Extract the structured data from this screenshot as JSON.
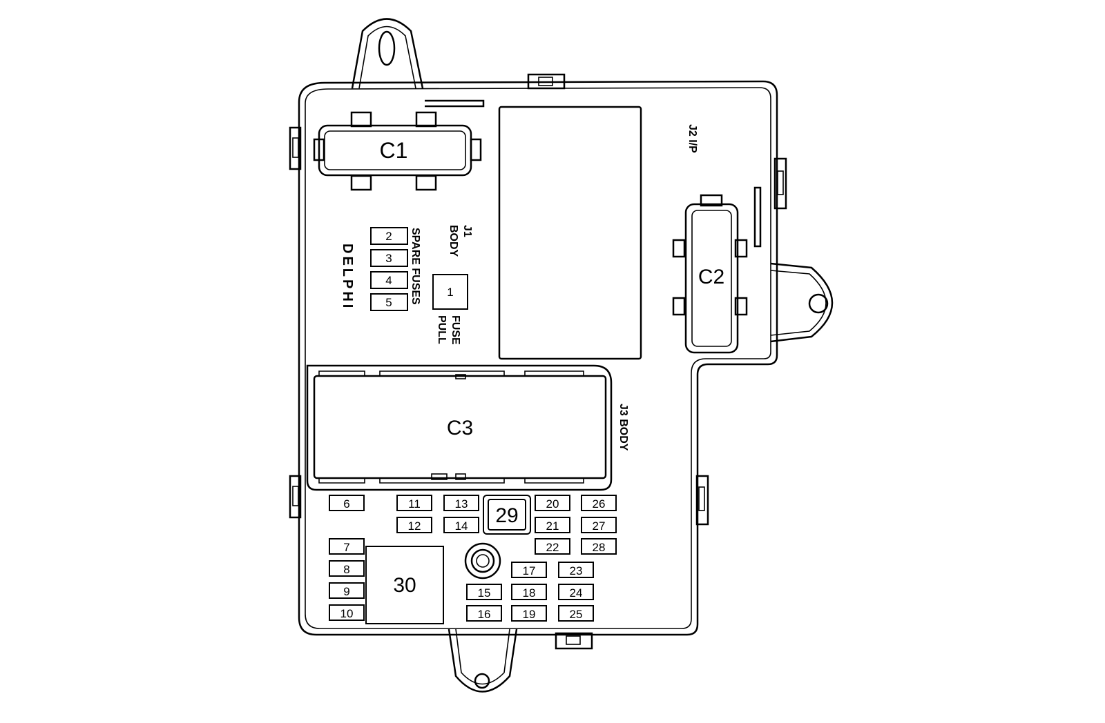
{
  "connectors": {
    "c1": "C1",
    "c2": "C2",
    "c3": "C3"
  },
  "labels": {
    "j1_line1": "J1",
    "j1_line2": "BODY",
    "j2": "J2  I/P",
    "j3": "J3  BODY",
    "spare_fuses": "SPARE FUSES",
    "fuse_pull_line1": "FUSE",
    "fuse_pull_line2": "PULL",
    "brand": "DELPHI"
  },
  "fuses": {
    "f1": "1",
    "f2": "2",
    "f3": "3",
    "f4": "4",
    "f5": "5",
    "f6": "6",
    "f7": "7",
    "f8": "8",
    "f9": "9",
    "f10": "10",
    "f11": "11",
    "f12": "12",
    "f13": "13",
    "f14": "14",
    "f15": "15",
    "f16": "16",
    "f17": "17",
    "f18": "18",
    "f19": "19",
    "f20": "20",
    "f21": "21",
    "f22": "22",
    "f23": "23",
    "f24": "24",
    "f25": "25",
    "f26": "26",
    "f27": "27",
    "f28": "28",
    "f29": "29",
    "f30": "30"
  }
}
